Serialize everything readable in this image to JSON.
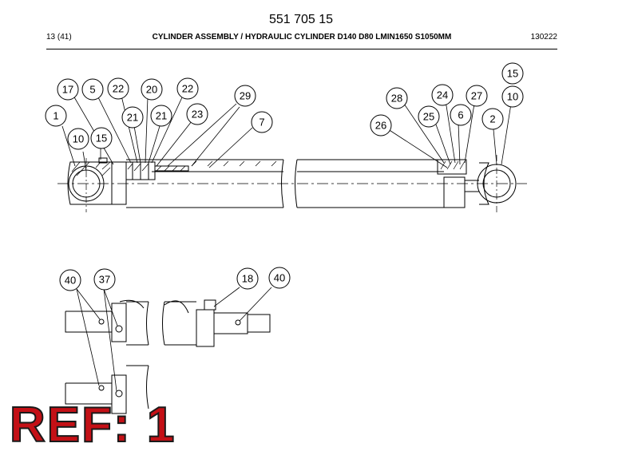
{
  "header": {
    "part_number": "551 705 15",
    "page_index": "13 (41)",
    "title": "CYLINDER ASSEMBLY / HYDRAULIC CYLINDER D140 D80 LMIN1650 S1050MM",
    "date_code": "130222"
  },
  "callouts_main": [
    "1",
    "17",
    "5",
    "22",
    "20",
    "22",
    "21",
    "21",
    "23",
    "29",
    "7",
    "10",
    "15",
    "28",
    "24",
    "27",
    "26",
    "25",
    "6",
    "2",
    "15",
    "10"
  ],
  "callouts_detail": [
    "40",
    "37",
    "18",
    "40"
  ],
  "stamp": "REF: 1"
}
